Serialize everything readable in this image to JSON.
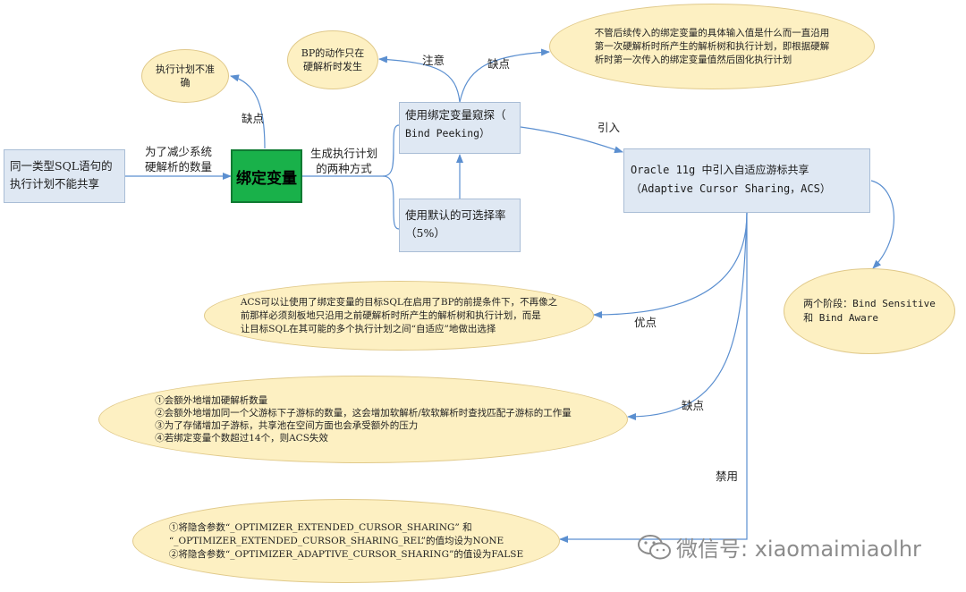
{
  "nodes": {
    "problem": [
      "同一类型SQL语句的",
      "执行计划不能共享"
    ],
    "bind_variable": "绑定变量",
    "bind_peeking": [
      "使用绑定变量窥探（",
      "Bind Peeking）"
    ],
    "default_selectivity": [
      "使用默认的可选择率",
      "（5%）"
    ],
    "acs": [
      "Oracle 11g 中引入自适应游标共享",
      "（Adaptive Cursor Sharing，ACS）"
    ]
  },
  "bubbles": {
    "inaccurate_plan": [
      "执行计划不准",
      "确"
    ],
    "bp_hard_parse": [
      "BP的动作只在",
      "硬解析时发生"
    ],
    "bp_drawback": [
      "不管后续传入的绑定变量的具体输入值是什么而一直沿用",
      "第一次硬解析时所产生的解析树和执行计划，即根据硬解",
      "析时第一次传入的绑定变量值然后固化执行计划"
    ],
    "two_phases": [
      "两个阶段：Bind Sensitive",
      "和 Bind Aware"
    ],
    "acs_advantage": [
      "ACS可以让使用了绑定变量的目标SQL在启用了BP的前提条件下，不再像之",
      "前那样必须刻板地只沿用之前硬解析时所产生的解析树和执行计划，而是",
      "让目标SQL在其可能的多个执行计划之间“自适应”地做出选择"
    ],
    "acs_drawbacks": [
      "①会额外地增加硬解析数量",
      "②会额外地增加同一个父游标下子游标的数量，这会增加软解析/软软解析时查找匹配子游标的工作量",
      "③为了存储增加子游标，共享池在空间方面也会承受额外的压力",
      "④若绑定变量个数超过14个，则ACS失效"
    ],
    "disable": [
      "①将隐含参数“_OPTIMIZER_EXTENDED_CURSOR_SHARING” 和",
      "“_OPTIMIZER_EXTENDED_CURSOR_SHARING_REL”的值均设为NONE",
      "②将隐含参数“_OPTIMIZER_ADAPTIVE_CURSOR_SHARING”的值设为FALSE"
    ]
  },
  "labels": {
    "reduce_hard_parse": [
      "为了减少系统",
      "硬解析的数量"
    ],
    "two_ways": [
      "生成执行计划",
      "的两种方式"
    ],
    "drawback_1": "缺点",
    "note": "注意",
    "drawback_2": "缺点",
    "introduce": "引入",
    "advantage": "优点",
    "drawback_3": "缺点",
    "disable": "禁用"
  },
  "watermark": "微信号: xiaomaimiaolhr",
  "colors": {
    "box_fill": "#dfe8f3",
    "box_border": "#a9bdd6",
    "bubble_fill": "#fdf0c2",
    "bubble_border": "#e0c98a",
    "bind_variable_fill": "#19b14a",
    "edge": "#5b8fd0"
  }
}
